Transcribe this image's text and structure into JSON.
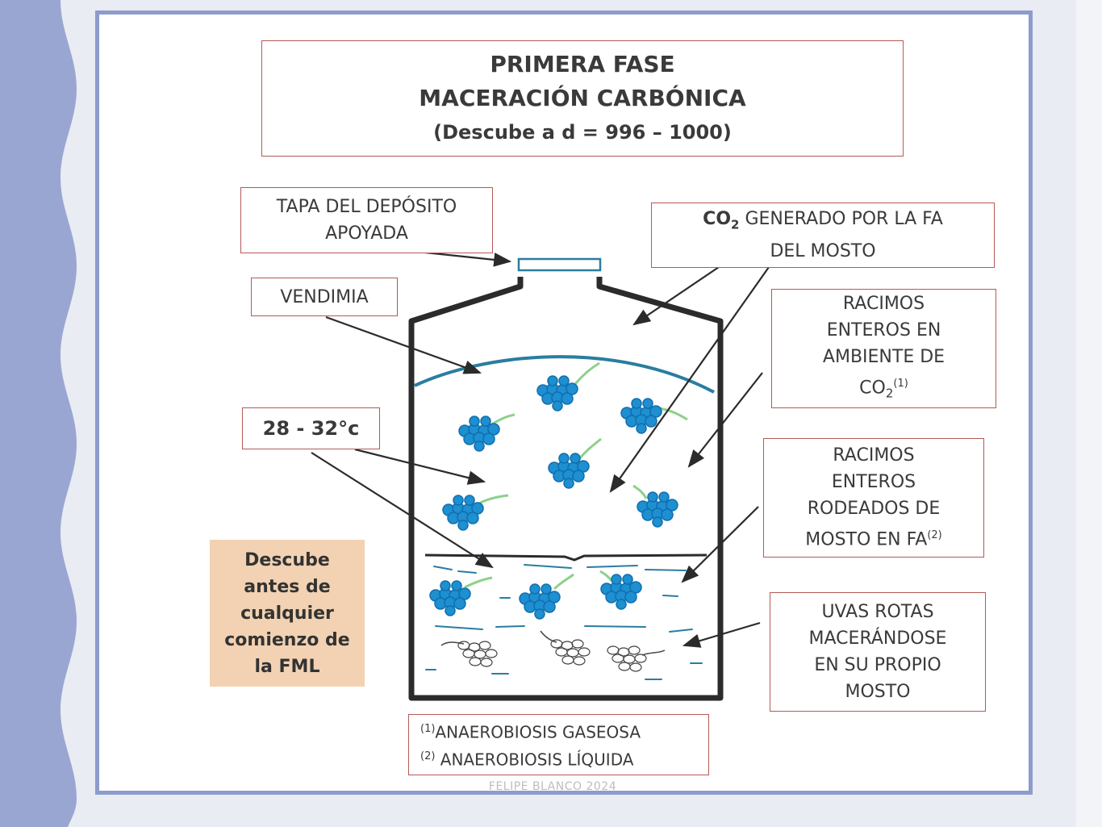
{
  "title": {
    "line1": "PRIMERA FASE",
    "line2": "MACERACIÓN CARBÓNICA",
    "line3": "(Descube a d = 996 – 1000)"
  },
  "labels": {
    "lid": [
      "TAPA DEL DEPÓSITO",
      "APOYADA"
    ],
    "vendimia": "VENDIMIA",
    "temperature": "28 - 32°c",
    "co2": {
      "prefix": "CO",
      "sub": "2",
      "line1_rest": " GENERADO POR LA FA",
      "line2": "DEL MOSTO"
    },
    "racimos_co2": {
      "line1": "RACIMOS",
      "line2": "ENTEROS EN",
      "line3": "AMBIENTE DE",
      "line4_prefix": "CO",
      "line4_sub": "2",
      "line4_sup": "(1)"
    },
    "racimos_mosto": {
      "line1": "RACIMOS",
      "line2": "ENTEROS",
      "line3": "RODEADOS DE",
      "line4": "MOSTO EN FA",
      "line4_sup": "(2)"
    },
    "uvas": [
      "UVAS ROTAS",
      "MACERÁNDOSE",
      "EN SU PROPIO",
      "MOSTO"
    ]
  },
  "notes": [
    {
      "sup": "(1)",
      "text": "ANAEROBIOSIS GASEOSA"
    },
    {
      "sup": "(2)",
      "text": " ANAEROBIOSIS LÍQUIDA"
    }
  ],
  "descube_note": [
    "Descube",
    "antes de",
    "cualquier",
    "comienzo de",
    "la FML"
  ],
  "footer": "FELIPE BLANCO 2024",
  "colors": {
    "frame": "#8d9bcd",
    "wave": "#9aa6d2",
    "box_border": "#b45a55",
    "grape": "#1e8fd0",
    "grape_dark": "#0f6fb0",
    "stem": "#8cd18a",
    "liquid_line": "#2a7da0",
    "note_bg": "#f2d2b2",
    "tank": "#2b2b2b"
  }
}
